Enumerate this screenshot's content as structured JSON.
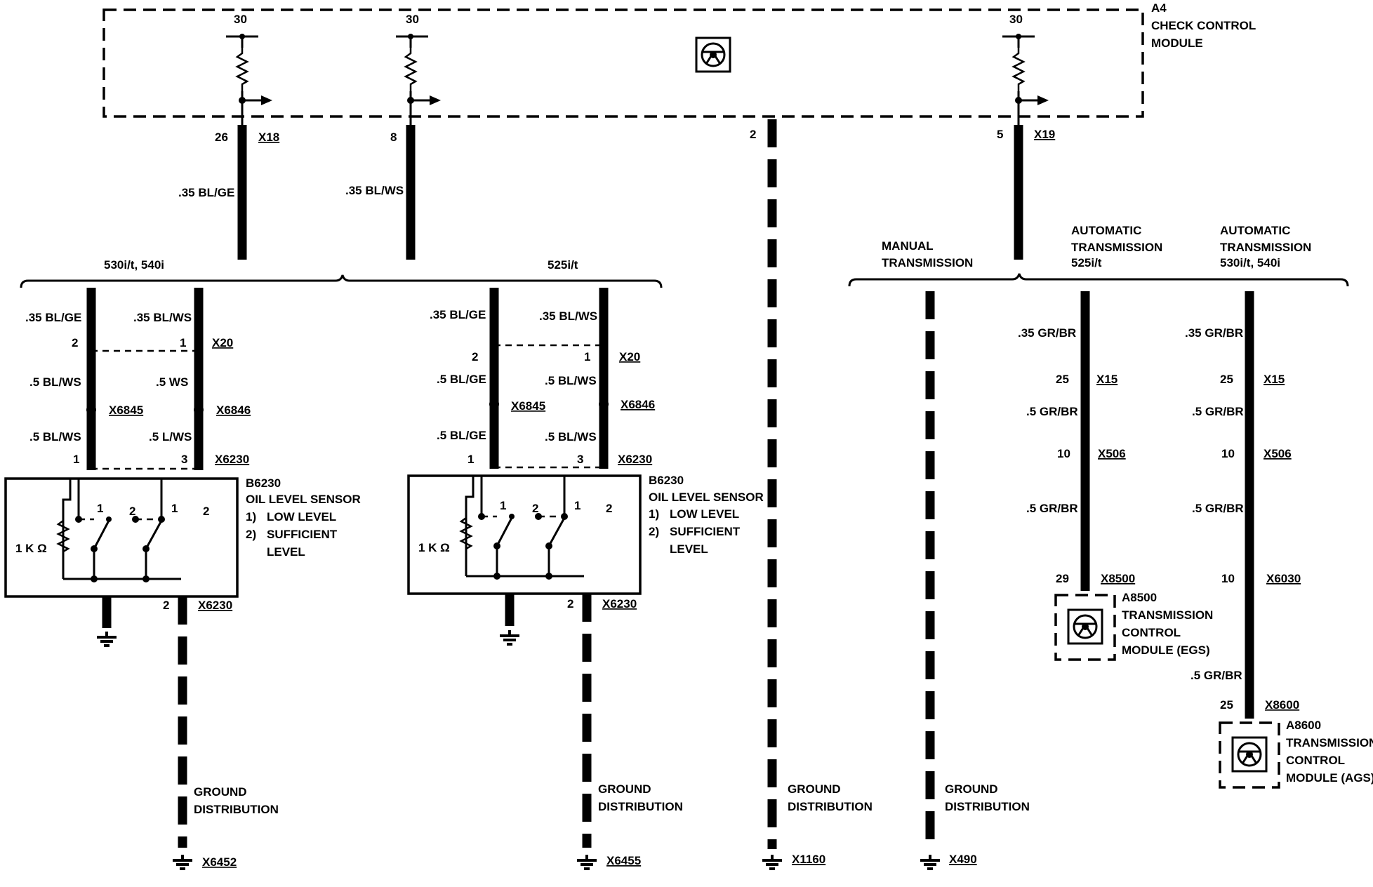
{
  "check_control_module": {
    "id": "A4",
    "name_line1": "CHECK CONTROL",
    "name_line2": "MODULE",
    "pin_30": "30",
    "connector_x18": "X18",
    "connector_x19": "X19",
    "pins": {
      "p26": "26",
      "p8": "8",
      "p2": "2",
      "p5": "5"
    }
  },
  "wires": {
    "bl_ge_035": ".35 BL/GE",
    "bl_ws_035": ".35 BL/WS",
    "bl_ws_05": ".5 BL/WS",
    "ws_05": ".5 WS",
    "l_ws_05": ".5 L/WS",
    "bl_ge_05": ".5 BL/GE",
    "gr_br_035": ".35 GR/BR",
    "gr_br_05": ".5 GR/BR"
  },
  "variants": {
    "v530_540": "530i/t, 540i",
    "v525": "525i/t",
    "manual_line1": "MANUAL",
    "manual_line2": "TRANSMISSION",
    "auto_line1": "AUTOMATIC",
    "auto_line2": "TRANSMISSION",
    "auto_525": "525i/t",
    "auto_530": "530i/t, 540i"
  },
  "connectors": {
    "x20": "X20",
    "x6845": "X6845",
    "x6846": "X6846",
    "x6230": "X6230",
    "x15": "X15",
    "x506": "X506",
    "x8500": "X8500",
    "x6030": "X6030",
    "x8600": "X8600",
    "x6452": "X6452",
    "x6455": "X6455",
    "x1160": "X1160",
    "x490": "X490"
  },
  "pin_numbers": {
    "one": "1",
    "two": "2",
    "three": "3",
    "ten": "10",
    "twentyfive": "25",
    "twentynine": "29"
  },
  "sensor": {
    "id": "B6230",
    "name": "OIL LEVEL SENSOR",
    "item1_num": "1)",
    "item1": "LOW LEVEL",
    "item2_num": "2)",
    "item2_line1": "SUFFICIENT",
    "item2_line2": "LEVEL",
    "resistor": "1 K  Ω",
    "switch_1": "1",
    "switch_2": "2"
  },
  "ground": {
    "line1": "GROUND",
    "line2": "DISTRIBUTION"
  },
  "egs_module": {
    "id": "A8500",
    "line1": "TRANSMISSION",
    "line2": "CONTROL",
    "line3": "MODULE (EGS)"
  },
  "ags_module": {
    "id": "A8600",
    "line1": "TRANSMISSION",
    "line2": "CONTROL",
    "line3": "MODULE (AGS)"
  },
  "icons": {
    "module_symbol": "steering-wheel-icon",
    "ground_symbol": "ground-icon",
    "output_arrow": "arrow-right-icon",
    "resistor_symbol": "resistor-icon"
  }
}
